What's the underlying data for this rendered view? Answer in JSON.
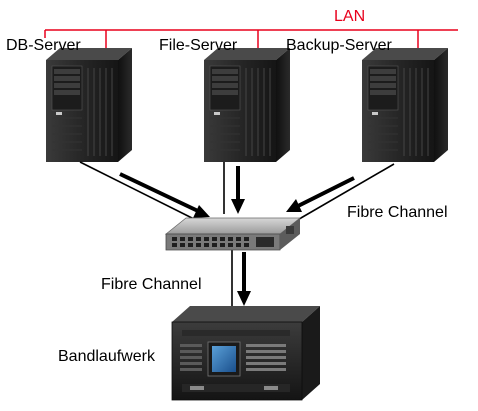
{
  "network": {
    "lan_label": "LAN",
    "lan_color": "#e8001c"
  },
  "servers": [
    {
      "label": "DB-Server",
      "icon": "tower-server-icon"
    },
    {
      "label": "File-Server",
      "icon": "tower-server-icon"
    },
    {
      "label": "Backup-Server",
      "icon": "tower-server-icon"
    }
  ],
  "switch": {
    "icon": "fibre-channel-switch-icon"
  },
  "connections": {
    "san_label_upper": "Fibre Channel",
    "san_label_lower": "Fibre Channel"
  },
  "tape_library": {
    "label": "Bandlaufwerk",
    "icon": "tape-library-icon"
  }
}
